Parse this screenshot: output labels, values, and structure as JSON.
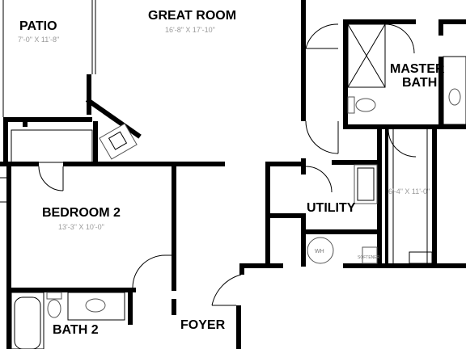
{
  "rooms": {
    "patio": {
      "name": "PATIO",
      "dims": "7'-0\" X 11'-8\""
    },
    "great_room": {
      "name": "GREAT ROOM",
      "dims": "16'-8\" X 17'-10\""
    },
    "master_bath": {
      "name_line1": "MASTER",
      "name_line2": "BATH"
    },
    "bedroom2": {
      "name": "BEDROOM 2",
      "dims": "13'-3\" X 10'-0\""
    },
    "utility": {
      "name": "UTILITY"
    },
    "closet": {
      "dims": "6'-4\" X 11'-0\""
    },
    "bath2": {
      "name": "BATH 2"
    },
    "foyer": {
      "name": "FOYER"
    }
  },
  "fixtures": {
    "water_heater": "WH",
    "softener": "SOFTENER"
  },
  "colors": {
    "walls": "#000000",
    "fixture_lines": "#555555",
    "dimension_text": "#9a9a9a"
  }
}
